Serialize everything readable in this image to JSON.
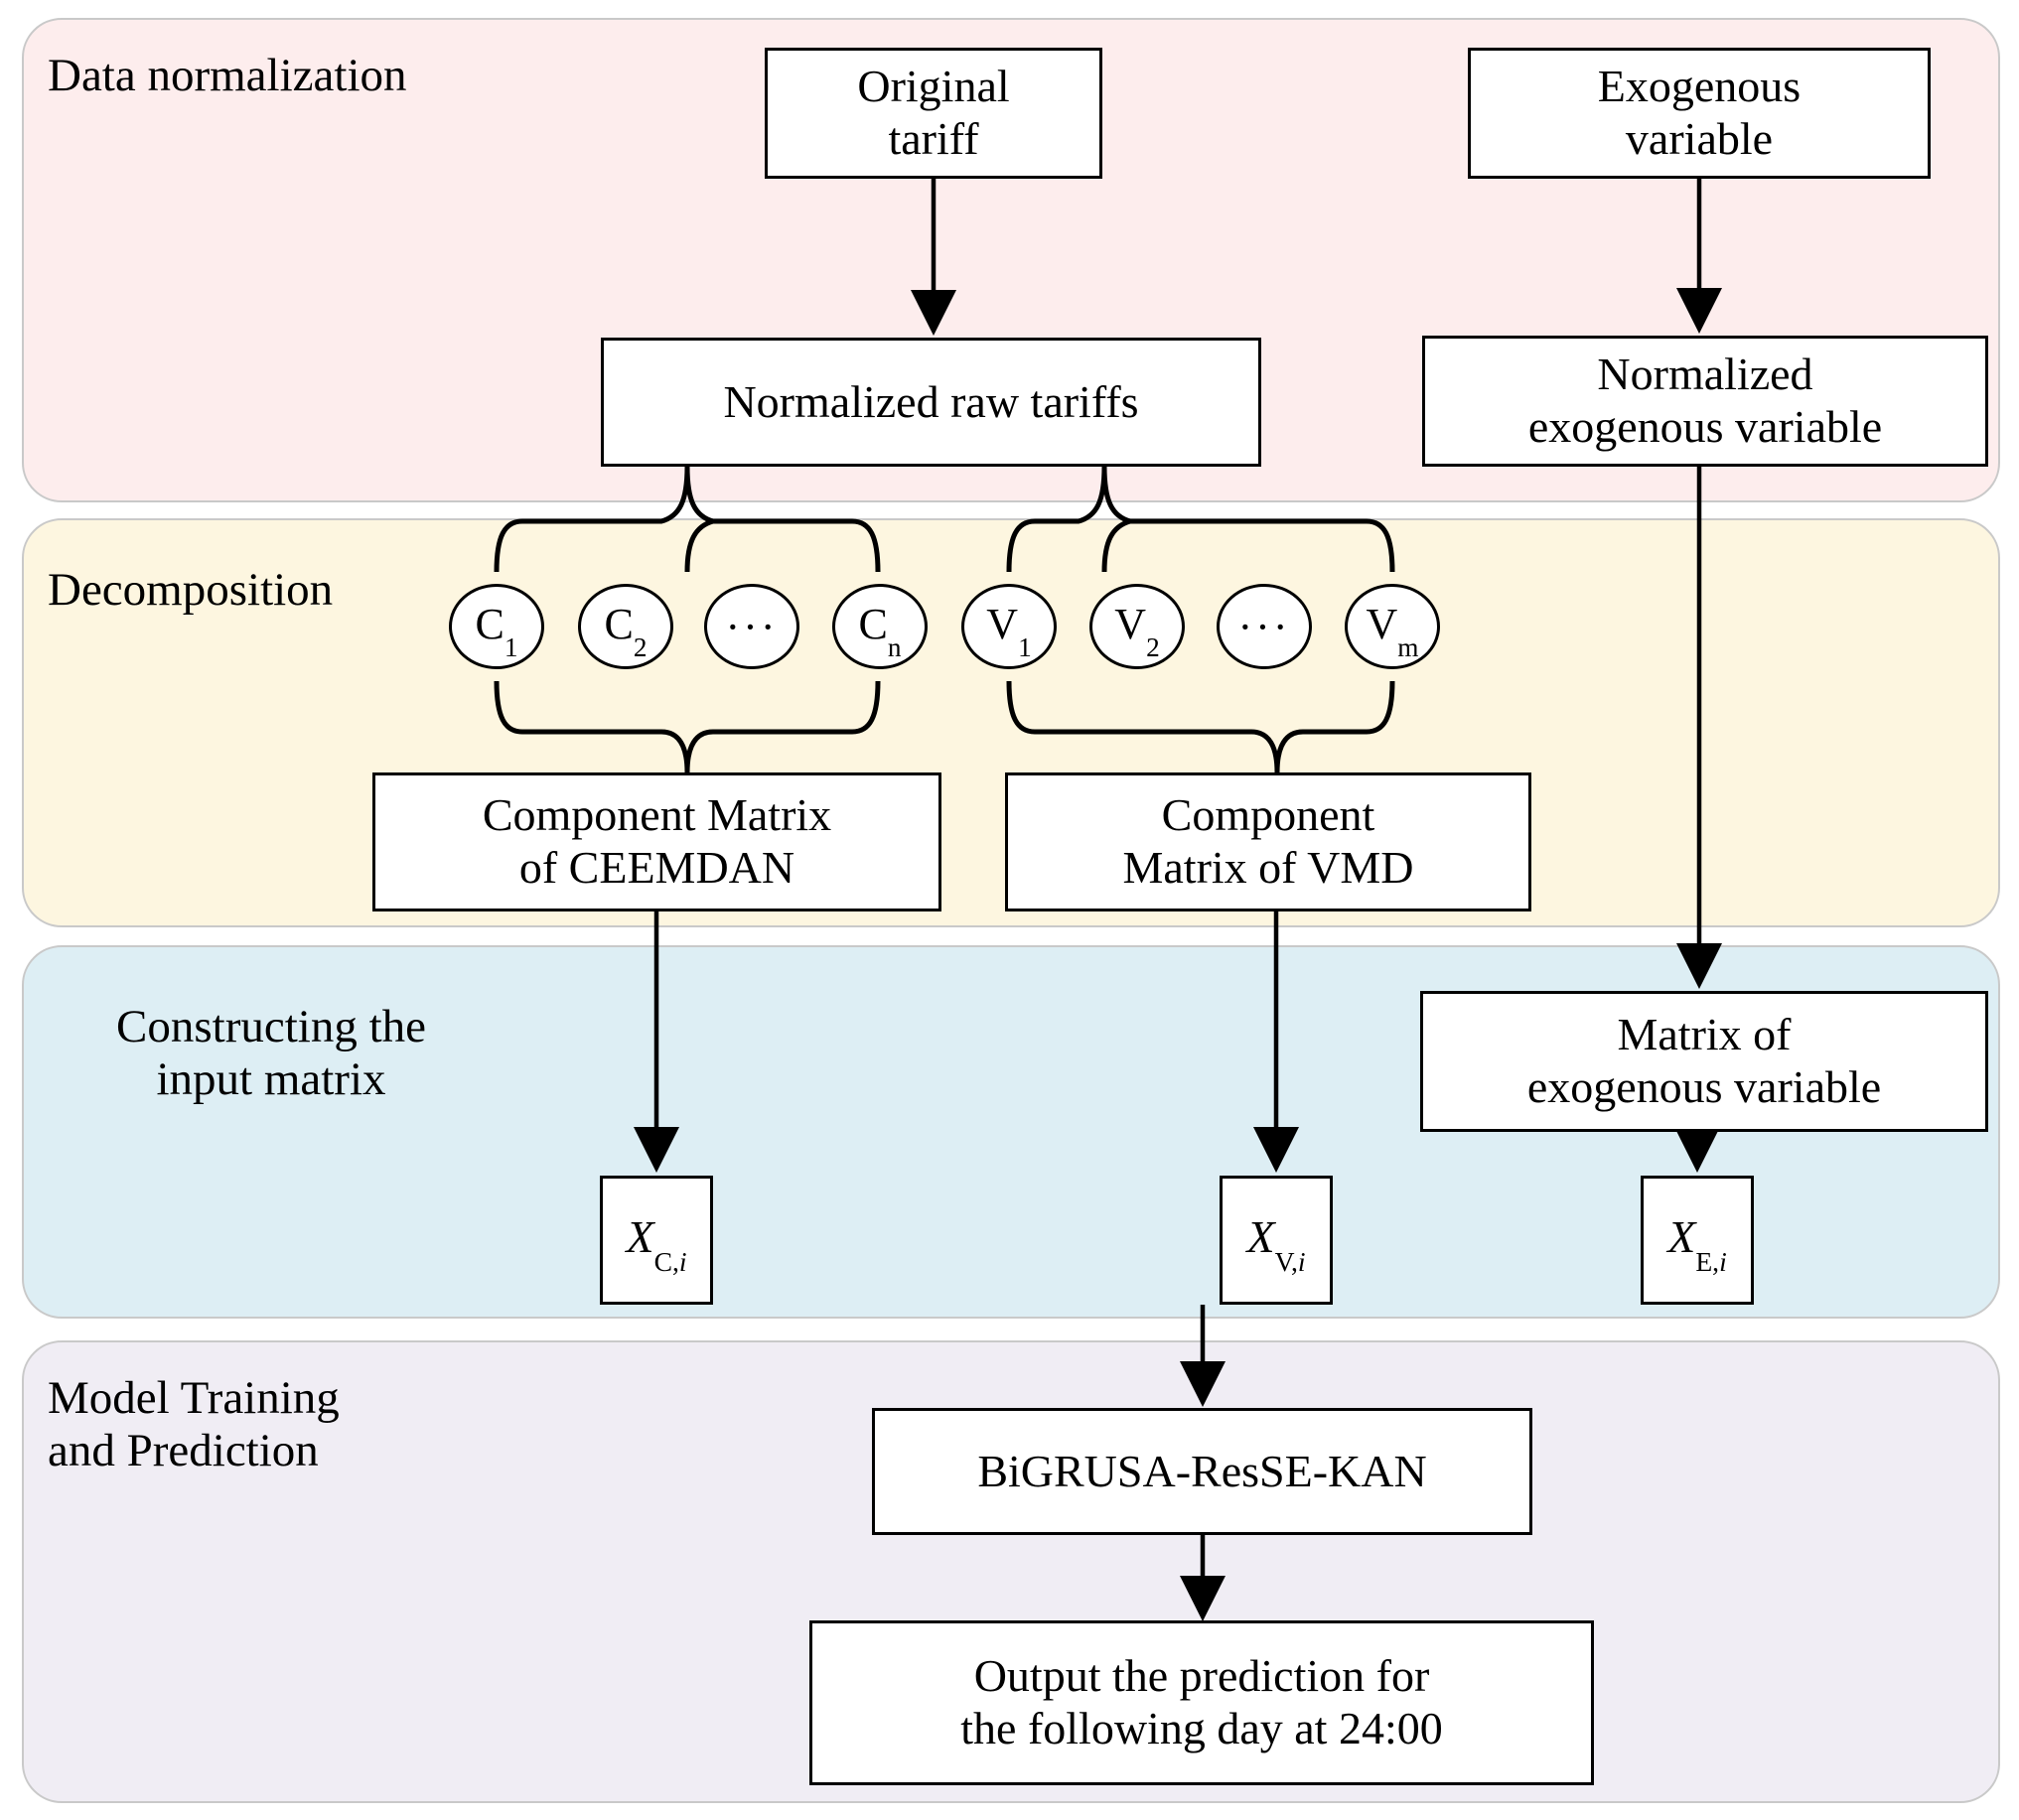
{
  "diagram": {
    "title": "Forecasting framework flowchart",
    "type": "flowchart",
    "colors": {
      "band_normalization": "#fdeded",
      "band_decomposition": "#fdf6e0",
      "band_input_matrix": "#ddeef4",
      "band_model": "#f0edf4",
      "band_border": "#c9c9c9",
      "node_fill": "#ffffff",
      "node_stroke": "#000000"
    }
  },
  "bands": {
    "normalization": {
      "label": "Data normalization"
    },
    "decomposition": {
      "label": "Decomposition"
    },
    "input_matrix": {
      "label": "Constructing the\ninput matrix"
    },
    "model": {
      "label": "Model Training\nand Prediction"
    }
  },
  "nodes": {
    "original_tariff": "Original\ntariff",
    "exogenous_variable": "Exogenous\nvariable",
    "normalized_raw_tariffs": "Normalized raw tariffs",
    "normalized_exogenous_variable": "Normalized\nexogenous variable",
    "component_matrix_ceemdan": "Component Matrix\nof CEEMDAN",
    "component_matrix_vmd": "Component\nMatrix of VMD",
    "matrix_of_exogenous_variable": "Matrix of\nexogenous variable",
    "model_name": "BiGRUSA-ResSE-KAN",
    "output": "Output the prediction for\nthe following day at 24:00"
  },
  "matrices": [
    {
      "id": "x-c-i",
      "base": "X",
      "sub_roman": "C,",
      "sub_italic": "i"
    },
    {
      "id": "x-v-i",
      "base": "X",
      "sub_roman": "V,",
      "sub_italic": "i"
    },
    {
      "id": "x-e-i",
      "base": "X",
      "sub_roman": "E,",
      "sub_italic": "i"
    }
  ],
  "components": {
    "ceemdan": [
      {
        "id": "c1",
        "base": "C",
        "sub": "1"
      },
      {
        "id": "c2",
        "base": "C",
        "sub": "2"
      },
      {
        "id": "c-ellipsis",
        "base": "···",
        "sub": ""
      },
      {
        "id": "cn",
        "base": "C",
        "sub": "n"
      }
    ],
    "vmd": [
      {
        "id": "v1",
        "base": "V",
        "sub": "1"
      },
      {
        "id": "v2",
        "base": "V",
        "sub": "2"
      },
      {
        "id": "v-ellipsis",
        "base": "···",
        "sub": ""
      },
      {
        "id": "vm",
        "base": "V",
        "sub": "m"
      }
    ]
  },
  "edges": [
    {
      "from": "original_tariff",
      "to": "normalized_raw_tariffs",
      "kind": "arrow"
    },
    {
      "from": "exogenous_variable",
      "to": "normalized_exogenous_variable",
      "kind": "arrow"
    },
    {
      "from": "normalized_raw_tariffs",
      "to": "ceemdan_components",
      "kind": "brace"
    },
    {
      "from": "normalized_raw_tariffs",
      "to": "vmd_components",
      "kind": "brace"
    },
    {
      "from": "ceemdan_components",
      "to": "component_matrix_ceemdan",
      "kind": "brace"
    },
    {
      "from": "vmd_components",
      "to": "component_matrix_vmd",
      "kind": "brace"
    },
    {
      "from": "component_matrix_ceemdan",
      "to": "x-c-i",
      "kind": "arrow"
    },
    {
      "from": "component_matrix_vmd",
      "to": "x-v-i",
      "kind": "arrow"
    },
    {
      "from": "normalized_exogenous_variable",
      "to": "matrix_of_exogenous_variable",
      "kind": "arrow"
    },
    {
      "from": "matrix_of_exogenous_variable",
      "to": "x-e-i",
      "kind": "arrow"
    },
    {
      "from": "x-v-i",
      "to": "model_name",
      "kind": "arrow"
    },
    {
      "from": "model_name",
      "to": "output",
      "kind": "arrow"
    }
  ]
}
